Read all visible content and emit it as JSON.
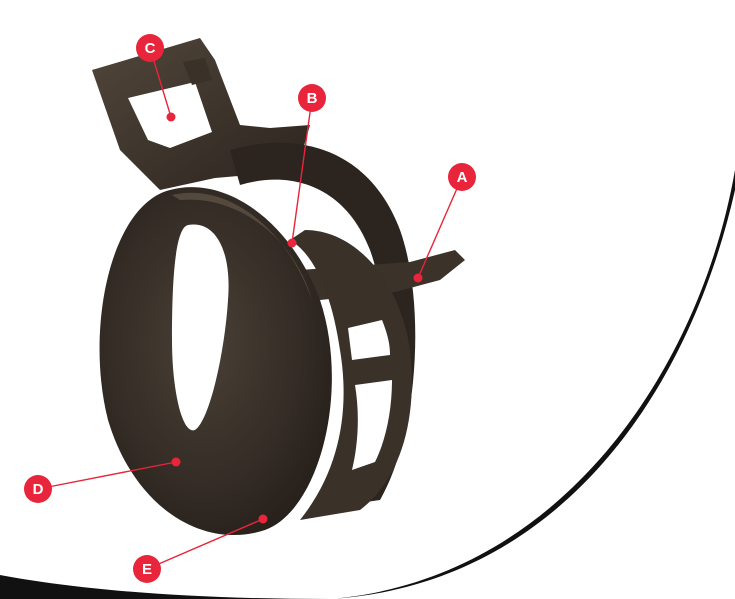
{
  "colors": {
    "accent": "#e8253a",
    "clamp_dark": "#2e2721",
    "clamp_mid": "#3e352d",
    "clamp_light": "#5a4e42",
    "swoosh": "#111111",
    "background": "#ffffff"
  },
  "callouts": [
    {
      "id": "a",
      "label": "A"
    },
    {
      "id": "b",
      "label": "B"
    },
    {
      "id": "c",
      "label": "C"
    },
    {
      "id": "d",
      "label": "D"
    },
    {
      "id": "e",
      "label": "E"
    }
  ]
}
